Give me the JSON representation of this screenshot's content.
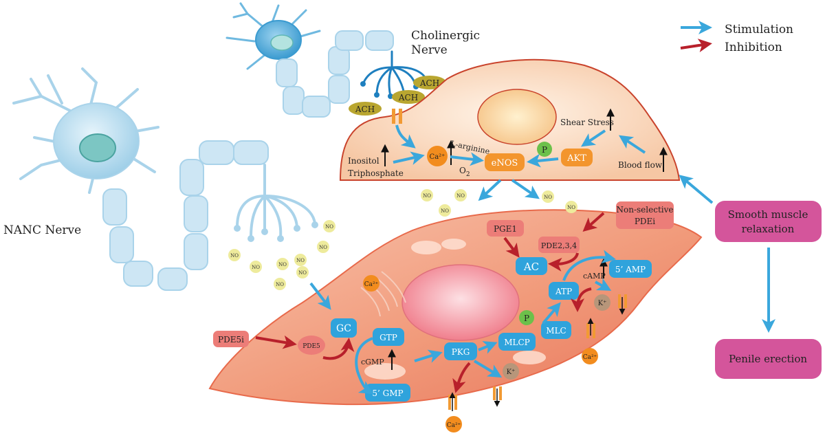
{
  "legend": {
    "stimulation": "Stimulation",
    "inhibition": "Inhibition",
    "stimulation_color": "#3aa7dc",
    "inhibition_color": "#b8202b"
  },
  "nerves": {
    "nanc": "NANC Nerve",
    "cholinergic_line1": "Cholinergic",
    "cholinergic_line2": "Nerve"
  },
  "transmitters": {
    "ach": "ACH",
    "no": "NO"
  },
  "endothelial": {
    "inositol_line1": "Inositol",
    "inositol_line2": "Triphosphate",
    "ca_label": "Ca²⁺",
    "l_arginine": "L-arginine",
    "o2": "O",
    "o2_sub": "2",
    "enos": "eNOS",
    "p": "P",
    "akt": "AKT",
    "shear_stress": "Shear Stress",
    "blood_flow": "Blood flow"
  },
  "smooth_muscle": {
    "pge1": "PGE1",
    "pde234": "PDE2,3,4",
    "nonselective_line1": "Non-selective",
    "nonselective_line2": "PDEi",
    "ac": "AC",
    "camp": "cAMP",
    "amp_5": "5’  AMP",
    "atp": "ATP",
    "k_plus": "K⁺",
    "ca_plus": "Ca²⁺",
    "p": "P",
    "mlc": "MLC",
    "mlcp": "MLCP",
    "pkg": "PKG",
    "gc": "GC",
    "gtp": "GTP",
    "cgmp": "cGMP",
    "gmp_5": "5’  GMP",
    "pde5": "PDE5",
    "pde5i": "PDE5i"
  },
  "outcomes": {
    "relaxation_line1": "Smooth muscle",
    "relaxation_line2": "relaxation",
    "erection": "Penile erection"
  },
  "colors": {
    "enzyme_blue": "#2fa3dc",
    "enzyme_orange": "#f3952d",
    "inhibitor_pink": "#ec7d78",
    "outcome_magenta": "#d4559b",
    "ion_orange": "#f28c1e",
    "ion_brown": "#b7967a",
    "phospho_green": "#6cc04a",
    "no_yellow": "#eeeb9c",
    "ach_olive": "#b9a630"
  }
}
